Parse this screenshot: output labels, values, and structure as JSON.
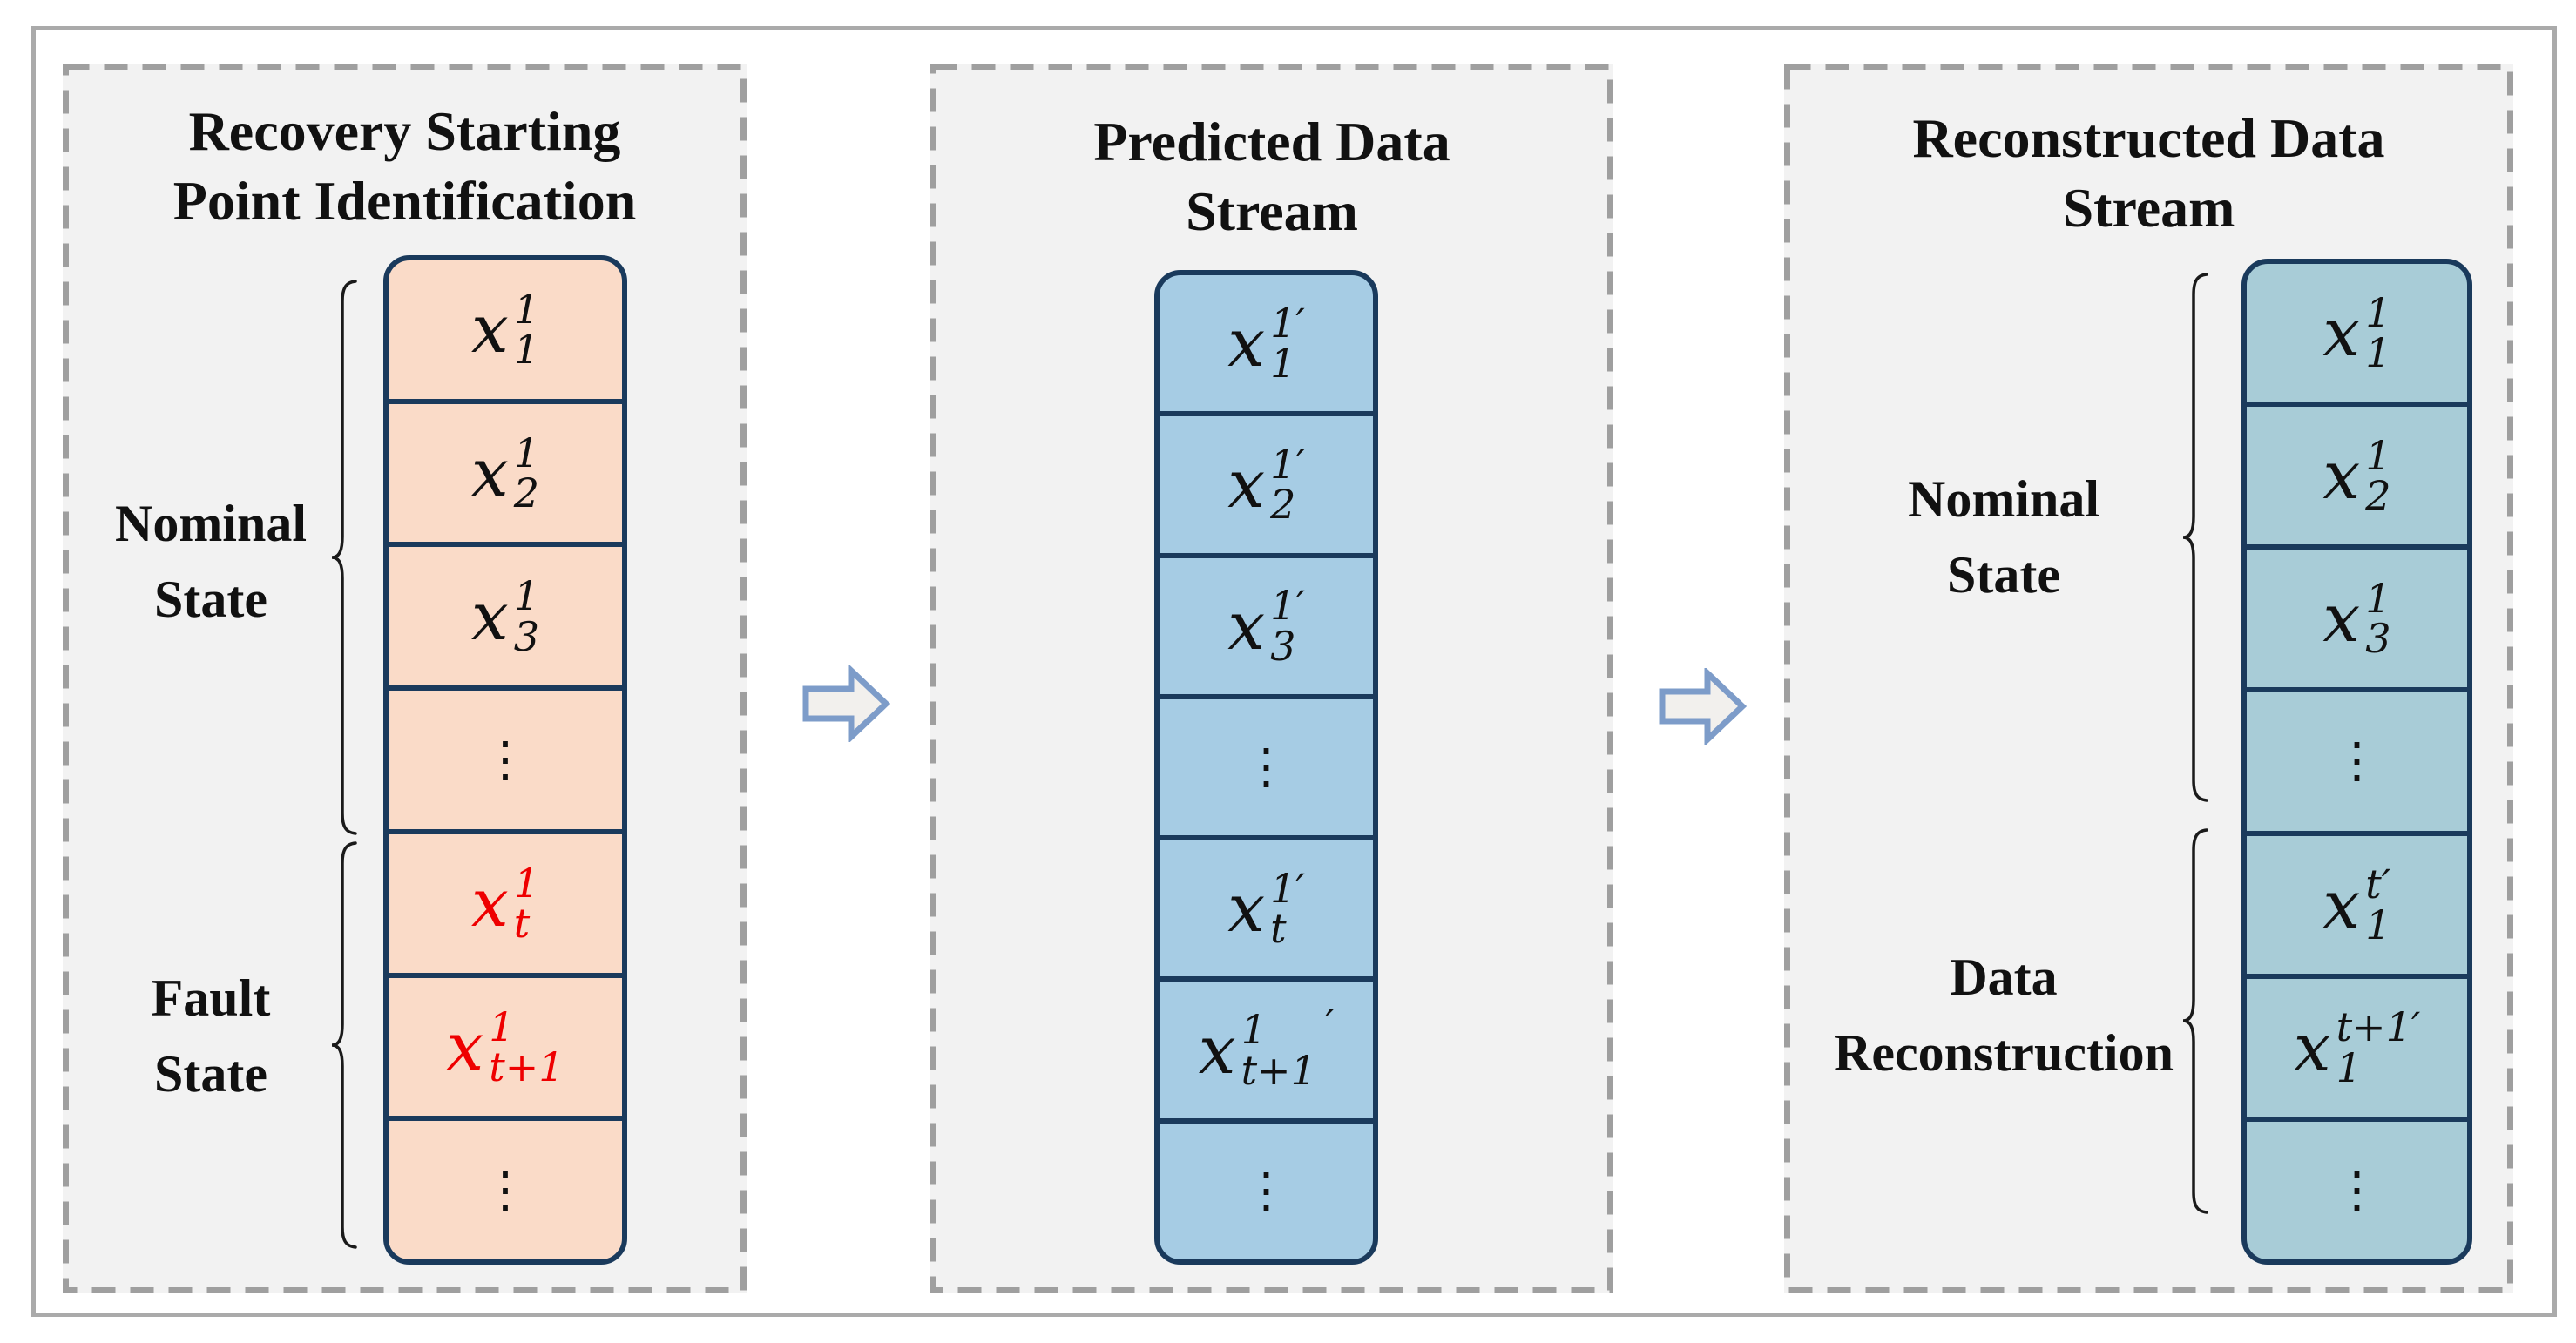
{
  "figure": {
    "colors": {
      "frame": "#aaaaaa",
      "panel_bg": "#f2f2f2",
      "dash": "#9f9f9f",
      "navy": "#1a3a5c",
      "peach": "#fadbc8",
      "blue": "#a6cce4",
      "teal": "#a8ccd7",
      "fault_text": "#ee0000",
      "arrow_fill": "#f2f0ed",
      "arrow_stroke": "#7d9cc9",
      "brace": "#1a1a1a",
      "text": "#111111"
    },
    "panels": [
      {
        "title_line1": "Recovery Starting",
        "title_line2": "Point Identification",
        "labels": [
          {
            "line1": "Nominal",
            "line2": "State"
          },
          {
            "line1": "Fault",
            "line2": "State"
          }
        ],
        "cells": [
          {
            "base": "x",
            "sup": "1",
            "sub": "1"
          },
          {
            "base": "x",
            "sup": "1",
            "sub": "2"
          },
          {
            "base": "x",
            "sup": "1",
            "sub": "3"
          },
          {
            "dots": "⋮"
          },
          {
            "base": "x",
            "sup": "1",
            "sub": "t"
          },
          {
            "base": "x",
            "sup": "1",
            "sub": "t+1"
          },
          {
            "dots": "⋮"
          }
        ]
      },
      {
        "title_line1": "Predicted Data",
        "title_line2": "Stream",
        "labels": [],
        "cells": [
          {
            "base": "x",
            "sup": "1′",
            "sub": "1"
          },
          {
            "base": "x",
            "sup": "1′",
            "sub": "2"
          },
          {
            "base": "x",
            "sup": "1′",
            "sub": "3"
          },
          {
            "dots": "⋮"
          },
          {
            "base": "x",
            "sup": "1′",
            "sub": "t"
          },
          {
            "base": "x",
            "sup": "1",
            "sub": "t+1",
            "prime": "′"
          },
          {
            "dots": "⋮"
          }
        ]
      },
      {
        "title_line1": "Reconstructed Data",
        "title_line2": "Stream",
        "labels": [
          {
            "line1": "Nominal",
            "line2": "State"
          },
          {
            "line1": "Data",
            "line2": "Reconstruction"
          }
        ],
        "cells": [
          {
            "base": "x",
            "sup": "1",
            "sub": "1"
          },
          {
            "base": "x",
            "sup": "1",
            "sub": "2"
          },
          {
            "base": "x",
            "sup": "1",
            "sub": "3"
          },
          {
            "dots": "⋮"
          },
          {
            "base": "x",
            "sup": "t′",
            "sub": "1"
          },
          {
            "base": "x",
            "sup": "t+1′",
            "sub": "1"
          },
          {
            "dots": "⋮"
          }
        ]
      }
    ]
  }
}
